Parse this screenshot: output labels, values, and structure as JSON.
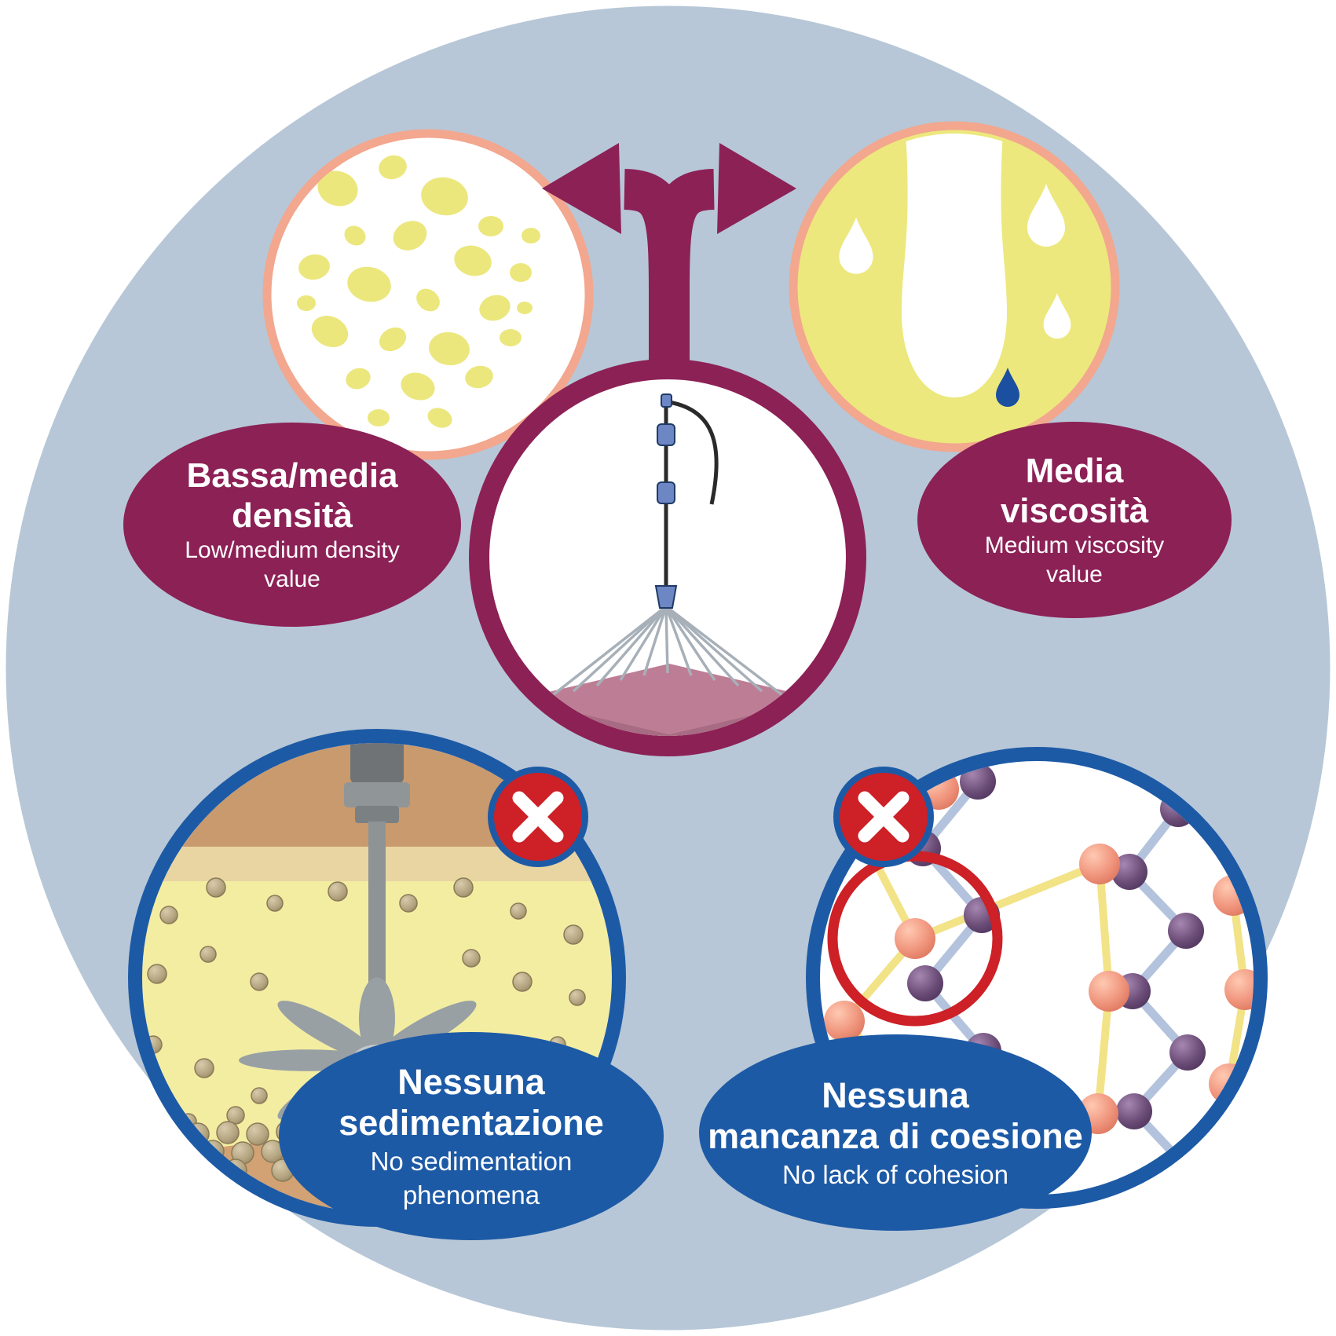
{
  "badges": {
    "density": {
      "title_lines": [
        "Bassa/media",
        "densità"
      ],
      "subtitle_lines": [
        "Low/medium density",
        "value"
      ]
    },
    "viscosity": {
      "title_lines": [
        "Media",
        "viscosità"
      ],
      "subtitle_lines": [
        "Medium viscosity",
        "value"
      ]
    },
    "sedimentation": {
      "title_lines": [
        "Nessuna",
        "sedimentazione"
      ],
      "subtitle_lines": [
        "No sedimentation",
        "phenomena"
      ]
    },
    "cohesion": {
      "title_lines": [
        "Nessuna",
        "mancanza di coesione"
      ],
      "subtitle_lines": [
        "No lack of cohesion"
      ]
    }
  },
  "icons": {
    "x_mark": "✕",
    "branch_arrow": "two-way-branch-arrow",
    "spray_nozzle": "spray-nozzle"
  },
  "palette": {
    "page_background": "#ffffff",
    "circle_background": "#b7c7d7",
    "maroon": "#8c2156",
    "blue": "#1d5aa6",
    "red": "#cd2027",
    "pale_yellow": "#ece87d",
    "salmon_border": "#f2a78e",
    "tan": "#cf9c6b",
    "liquid_yellow": "#f3eda2",
    "mauve_surface": "#bd7e95",
    "mixer_gray": "#98a0a4",
    "bead_khaki": "#b3a37f",
    "purple_sphere": "#6b4d78",
    "salmon_sphere": "#f0947c",
    "bond_blue": "#b3c3dd",
    "bond_yellow": "#f2e387",
    "drop_blue": "#1b4f9f",
    "text": "#ffffff"
  }
}
